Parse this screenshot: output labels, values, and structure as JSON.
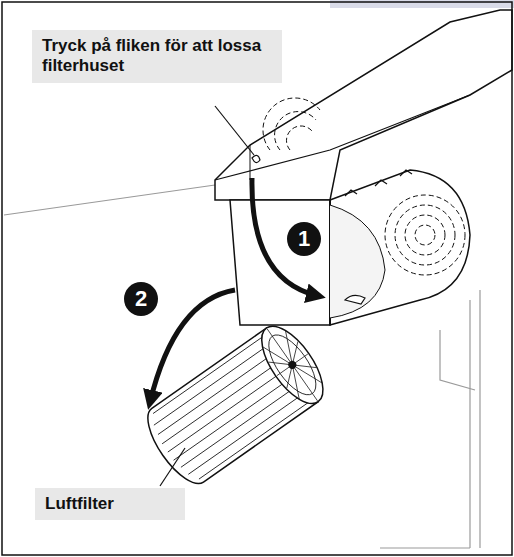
{
  "diagram": {
    "labels": [
      "Tryck på fliken för att lossa filterhuset",
      "1",
      "2",
      "Luftfilter"
    ]
  }
}
